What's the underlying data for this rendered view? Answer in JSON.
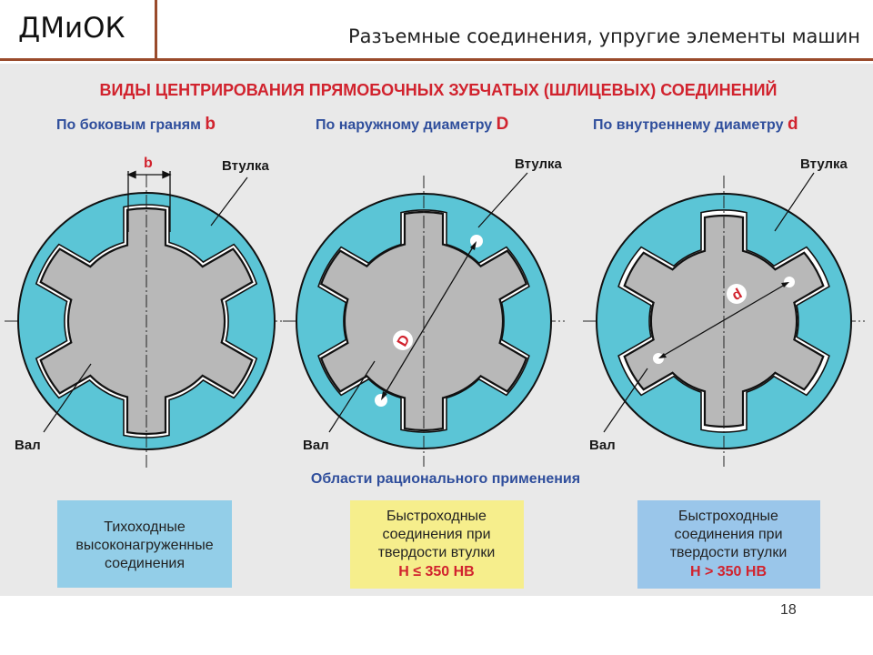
{
  "header": {
    "logo": "ДМиОК",
    "subtitle": "Разъемные соединения, упругие элементы машин"
  },
  "diagram": {
    "title": "ВИДЫ ЦЕНТРИРОВАНИЯ ПРЯМОБОЧНЫХ ЗУБЧАТЫХ (ШЛИЦЕВЫХ) СОЕДИНЕНИЙ",
    "columns": [
      {
        "caption": "По боковым граням",
        "symbol": "b",
        "hub_label": "Втулка",
        "shaft_label": "Вал",
        "dim_label": "b"
      },
      {
        "caption": "По наружному диаметру",
        "symbol": "D",
        "hub_label": "Втулка",
        "shaft_label": "Вал",
        "dim_label": "D"
      },
      {
        "caption": "По внутреннему диаметру",
        "symbol": "d",
        "hub_label": "Втулка",
        "shaft_label": "Вал",
        "dim_label": "d"
      }
    ],
    "applications_title": "Области рационального применения",
    "boxes": [
      {
        "lines": [
          "Тихоходные",
          "высоконагруженные",
          "соединения"
        ],
        "highlight": ""
      },
      {
        "lines": [
          "Быстроходные",
          "соединения  при",
          "твердости втулки"
        ],
        "highlight": "H ≤ 350 HB"
      },
      {
        "lines": [
          "Быстроходные",
          "соединения при",
          "твердости втулки"
        ],
        "highlight": "H > 350 HB"
      }
    ],
    "colors": {
      "hub": "#5bc5d6",
      "shaft": "#b8b8b8",
      "box1": "#93cee8",
      "box2": "#f6ee8c",
      "box3": "#9ac6ea",
      "title_red": "#d1232e",
      "caption_blue": "#2f4e9c"
    }
  },
  "slide_number": "18"
}
